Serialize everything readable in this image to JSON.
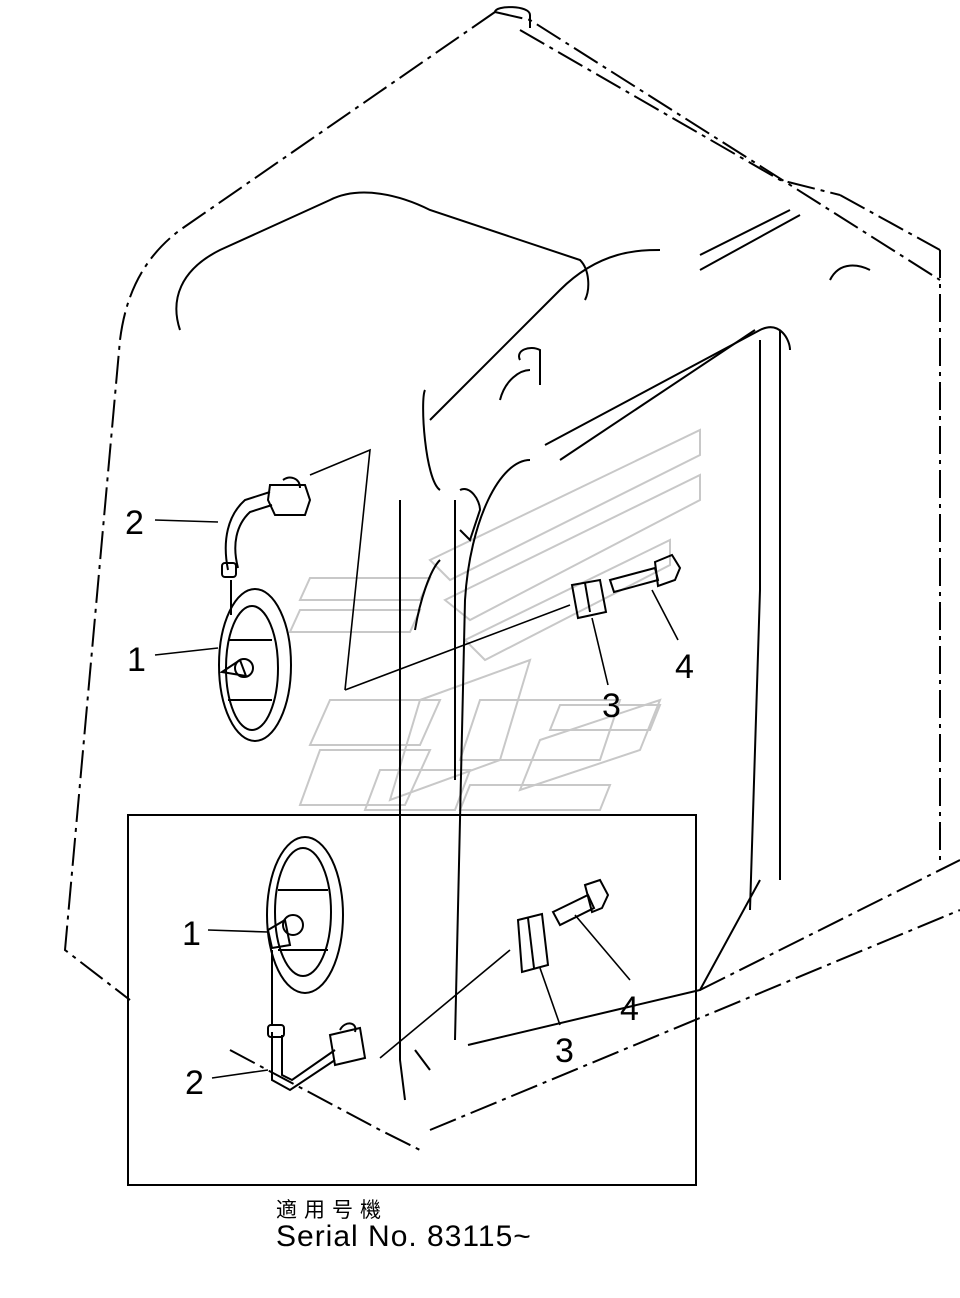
{
  "callouts": {
    "upper": {
      "p1": "1",
      "p2": "2",
      "p3": "3",
      "p4": "4"
    },
    "inset": {
      "p1": "1",
      "p2": "2",
      "p3": "3",
      "p4": "4"
    }
  },
  "serial": {
    "label_ja": "適用号機",
    "label_en": "Serial No. 83115~"
  },
  "colors": {
    "ink": "#000000",
    "paper": "#ffffff",
    "watermark": "#c8c8c8"
  },
  "icons": {
    "watermark": "logo-watermark"
  }
}
